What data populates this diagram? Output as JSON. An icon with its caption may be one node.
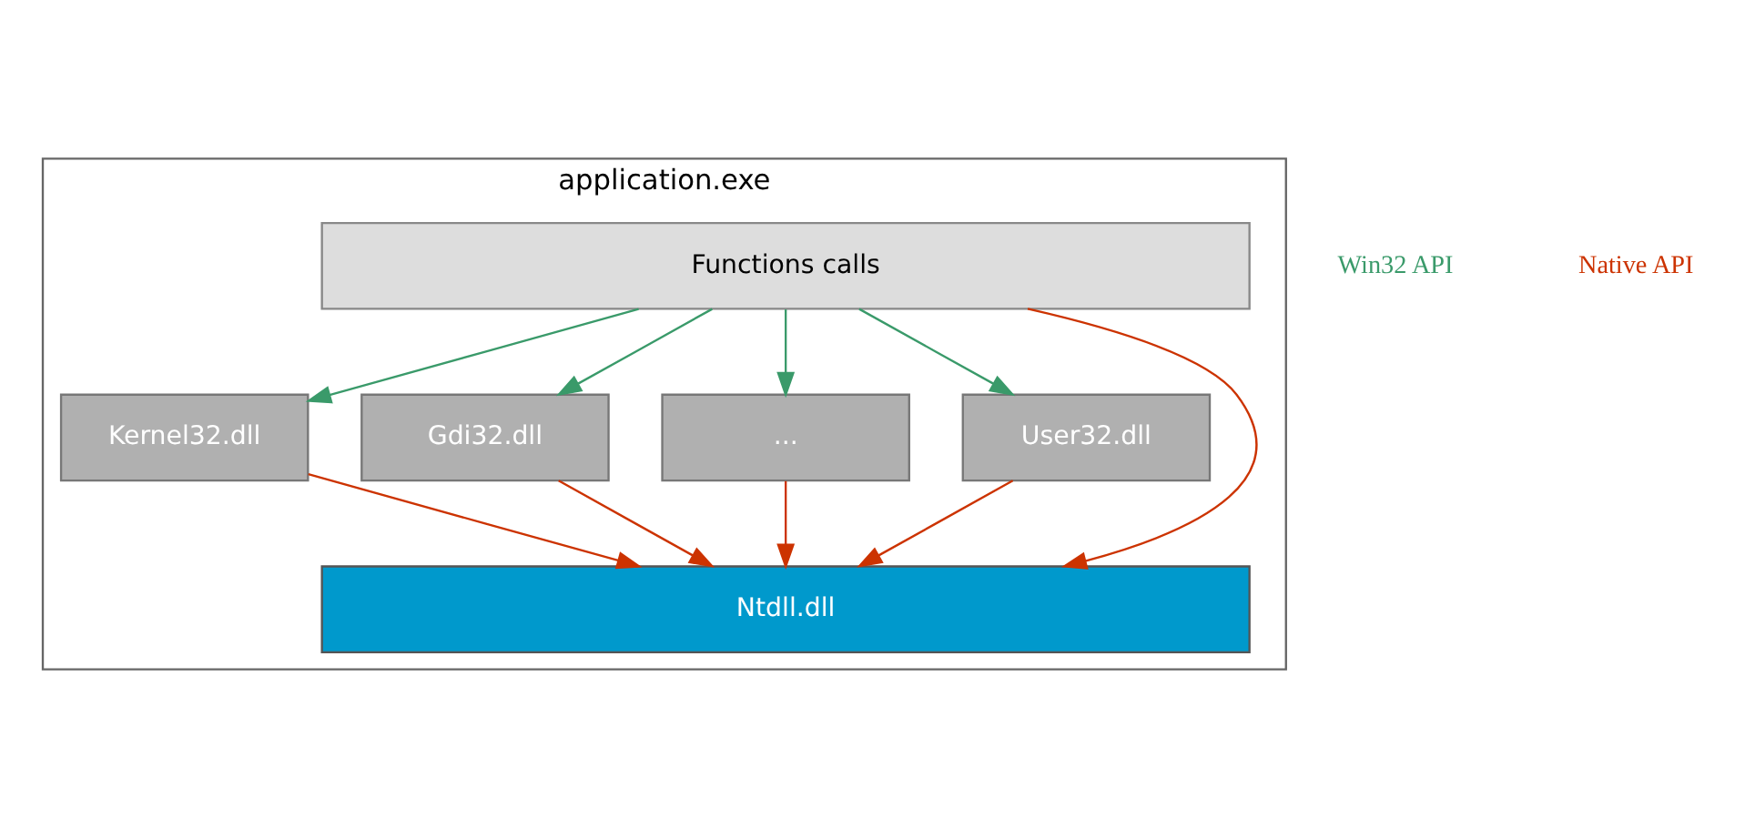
{
  "diagram": {
    "nodes": [
      {
        "text": [
          "application.exe"
        ]
      },
      {
        "text": [
          "Functions calls"
        ],
        "in": 0
      },
      {
        "text": [
          "Kernel32.dll"
        ],
        "in": 0
      },
      {
        "text": [
          "Gdi32.dll"
        ],
        "in": 0
      },
      {
        "text": [
          "..."
        ],
        "in": 0
      },
      {
        "text": [
          "User32.dll"
        ],
        "in": 0
      },
      {
        "text": [
          "Ntdll.dll"
        ],
        "in": 0
      }
    ],
    "edges": [
      {
        "from": 1,
        "to": 6,
        "arrow": "to"
      },
      {
        "from": 1,
        "to": 2,
        "arrow": "to",
        "color": "#3a9a6a"
      },
      {
        "from": 1,
        "to": 3,
        "arrow": "to",
        "color": "#3a9a6a"
      },
      {
        "from": 1,
        "to": 4,
        "arrow": "to",
        "color": "#3a9a6a"
      },
      {
        "from": 1,
        "to": 5,
        "arrow": "to",
        "color": "#3a9a6a"
      },
      {
        "from": 2,
        "to": 6,
        "arrow": "to"
      },
      {
        "from": 3,
        "to": 6,
        "arrow": "to"
      },
      {
        "from": 4,
        "to": 6,
        "arrow": "to"
      },
      {
        "from": 5,
        "to": 6,
        "arrow": "to"
      }
    ],
    "labels": [
      "Win32 API",
      "Native API"
    ]
  }
}
